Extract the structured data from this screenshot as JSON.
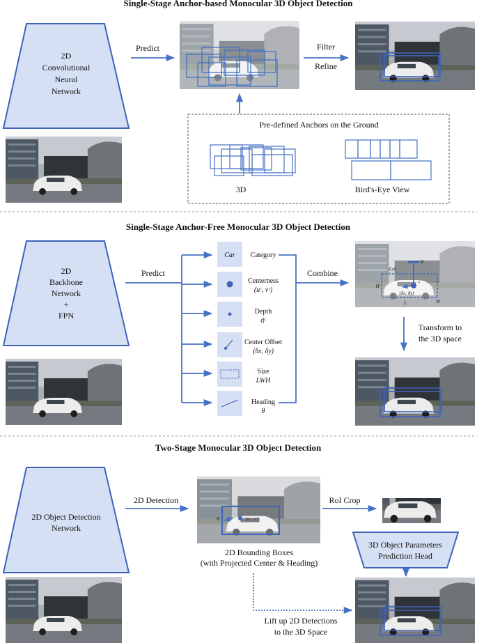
{
  "colors": {
    "arrow": "#4472c4",
    "box_fill": "#d6e0f4",
    "box_stroke": "#3f63b8",
    "divider": "#999999"
  },
  "section1": {
    "title": "Single-Stage Anchor-based Monocular 3D Object Detection",
    "network": [
      "2D",
      "Convolutional",
      "Neural",
      "Network"
    ],
    "predict": "Predict",
    "filter": "Filter",
    "refine": "Refine",
    "anchors_title": "Pre-defined Anchors on the Ground",
    "anchor_3d": "3D",
    "anchor_bev": "Bird's-Eye View"
  },
  "section2": {
    "title": "Single-Stage Anchor-Free Monocular 3D Object Detection",
    "network": [
      "2D",
      "Backbone",
      "Network",
      "+",
      "FPN"
    ],
    "predict": "Predict",
    "combine": "Combine",
    "transform": [
      "Transform to",
      "the 3D space"
    ],
    "heads": [
      {
        "icon_text": "Car",
        "label": "Category",
        "sub": ""
      },
      {
        "icon_text": "",
        "label": "Centerness",
        "sub": "(uᶜ, vᶜ)"
      },
      {
        "icon_text": "",
        "label": "Depth",
        "sub": "dᶜ"
      },
      {
        "icon_text": "",
        "label": "Center Offset",
        "sub": "(δx, δy)"
      },
      {
        "icon_text": "",
        "label": "Size",
        "sub": "LWH"
      },
      {
        "icon_text": "",
        "label": "Heading",
        "sub": "θ"
      }
    ],
    "result_labels": {
      "car": "Car",
      "h": "H",
      "l": "L",
      "w": "W",
      "theta": "θ",
      "offset": "(δx, δy)",
      "center": "c"
    }
  },
  "section3": {
    "title": "Two-Stage Monocular 3D Object Detection",
    "network": [
      "2D Object Detection",
      "Network"
    ],
    "detection": "2D Detection",
    "boxes_caption": [
      "2D Bounding Boxes",
      "(with Projected Center & Heading)"
    ],
    "roi_crop": "RoI Crop",
    "head": [
      "3D Object Parameters",
      "Prediction Head"
    ],
    "lift": [
      "Lift up 2D Detections",
      "to the 3D Space"
    ],
    "mini_theta": "θ",
    "mini_center": "(uᶜ, vᶜ)"
  }
}
